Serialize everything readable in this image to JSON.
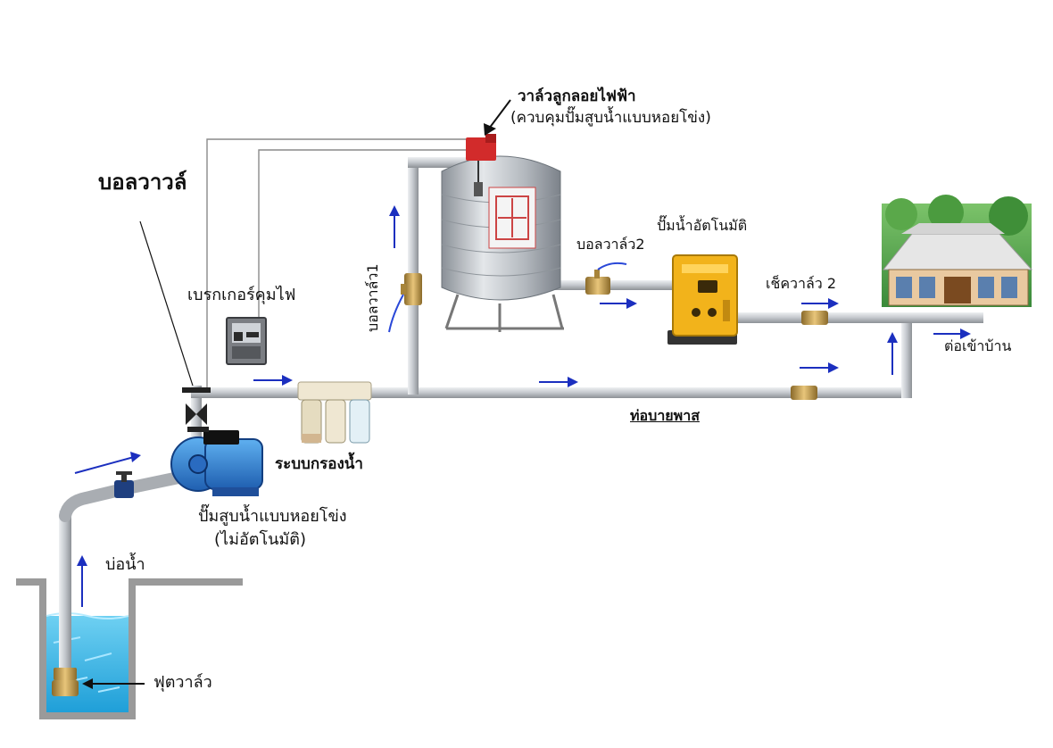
{
  "labels": {
    "ball_valve": "บอลวาวล์",
    "float_valve_title": "วาล์วลูกลอยไฟฟ้า",
    "float_valve_note": "(ควบคุมปั๊มสูบน้ำแบบหอยโข่ง)",
    "breaker": "เบรกเกอร์คุมไฟ",
    "ball_valve_1": "บอลวาล์ว1",
    "ball_valve_2": "บอลวาล์ว2",
    "auto_pump": "ปั๊มน้ำอัตโนมัติ",
    "check_valve_2": "เช็ควาล์ว 2",
    "to_house": "ต่อเข้าบ้าน",
    "bypass_pipe": "ท่อบายพาส",
    "filter_system": "ระบบกรองน้ำ",
    "centrifugal_pump": "ปั๊มสูบน้ำแบบหอยโข่ง",
    "centrifugal_pump_note": "(ไม่อัตโนมัติ)",
    "well": "บ่อน้ำ",
    "foot_valve": "ฟุตวาล์ว"
  },
  "colors": {
    "pipe": "#c9ccd0",
    "pipe_edge": "#8d9196",
    "arrow": "#1b2fbf",
    "water": "#3fb6e6",
    "tank": "#aeb4ba",
    "auto_pump": "#f2b31b",
    "centrifugal_pump": "#2f7fd6",
    "float_valve": "#d22b2b"
  },
  "icons": {
    "ball_valve": "ball-valve-icon",
    "float_valve": "float-valve-icon",
    "breaker": "breaker-box-icon",
    "tank": "water-tank-icon",
    "auto_pump": "auto-pump-icon",
    "centrifugal_pump": "centrifugal-pump-icon",
    "filter": "water-filter-icon",
    "check_valve": "check-valve-icon",
    "house": "house-icon",
    "well": "well-icon",
    "foot_valve": "foot-valve-icon"
  }
}
